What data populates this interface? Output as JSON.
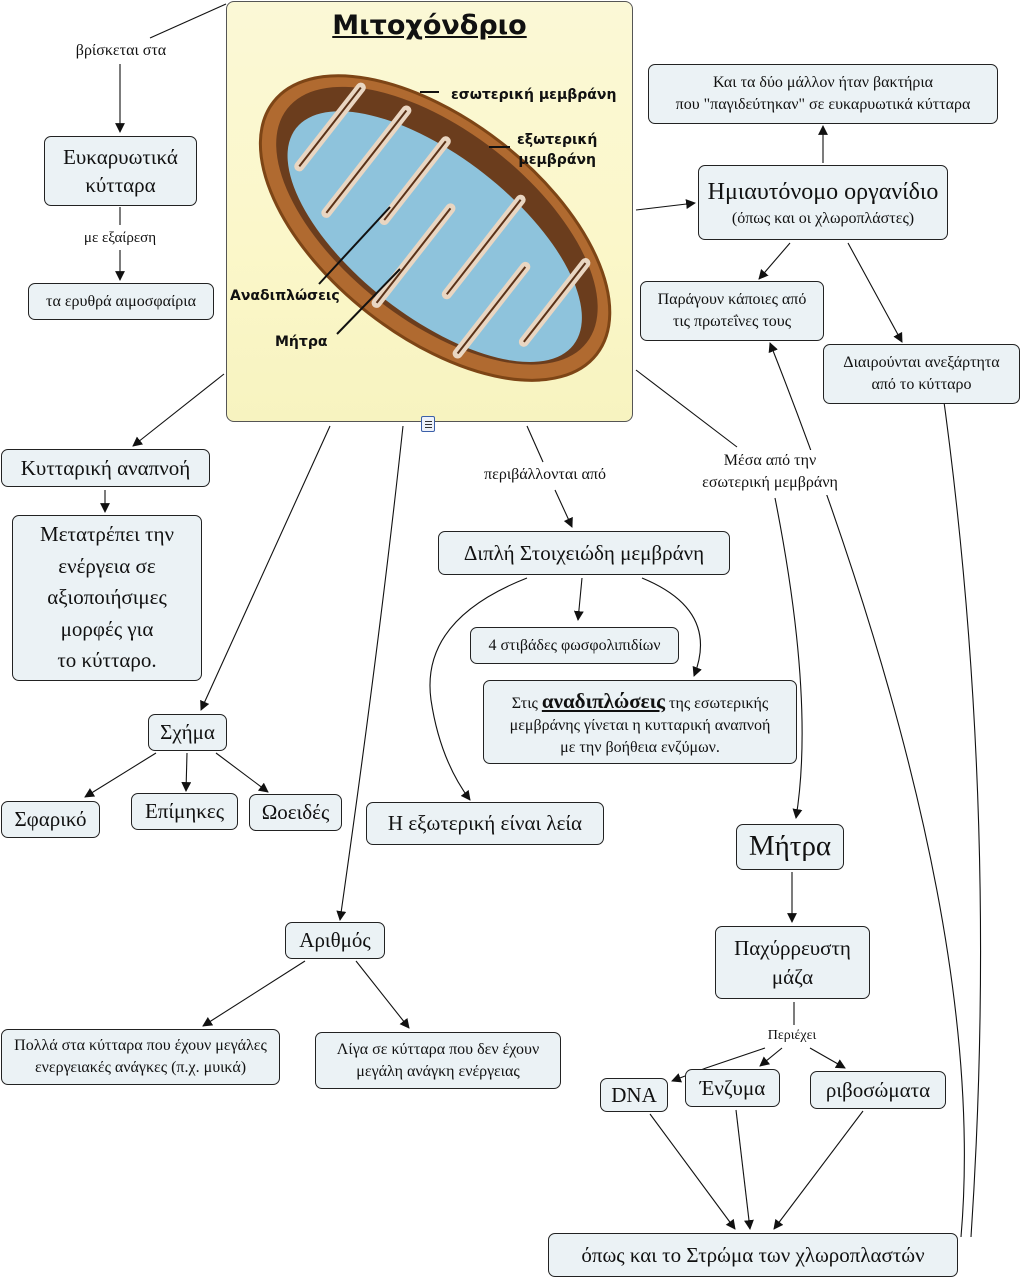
{
  "picture": {
    "title": "Μιτοχόνδριο",
    "labels": {
      "inner_membrane": "εσωτερική μεμβράνη",
      "outer_membrane": "εξωτερική\nμεμβράνη",
      "cristae": "Αναδιπλώσεις",
      "matrix": "Μήτρα"
    },
    "colors": {
      "outer_shell": "#b06a30",
      "matrix": "#8ec3dc",
      "inner_fold": "#d8b8a0",
      "background": "#fbf8d6"
    },
    "attachment_icon": "document-attachment-icon"
  },
  "nodes": {
    "eukaryotic": "Ευκαρυωτικά\nκύτταρα",
    "red_blood_cells": "τα ερυθρά αιμοσφαίρια",
    "bacteria": "Και τα δύο μάλλον ήταν βακτήρια\nπου \"παγιδεύτηκαν\" σε ευκαρυωτικά κύτταρα",
    "semi_autonomous_title": "Ημιαυτόνομο οργανίδιο",
    "semi_autonomous_sub": "(όπως και οι χλωροπλάστες)",
    "proteins": "Παράγουν κάποιες από\nτις πρωτεΐνες τους",
    "divide": "Διαιρούνται ανεξάρτητα\nαπό το κύτταρο",
    "respiration": "Κυτταρική αναπνοή",
    "energy": "Μετατρέπει την\nενέργεια σε\nαξιοποιήσιμες\nμορφές για\nτο κύτταρο.",
    "double_membrane": "Διπλή Στοιχειώδη μεμβράνη",
    "phospholipids": "4 στιβάδες φωσφολιπιδίων",
    "cristae_prefix": "Στις ",
    "cristae_bold": "αναδιπλώσεις",
    "cristae_suffix": " της εσωτερικής\nμεμβράνης γίνεται η κυτταρική αναπνοή\nμε την βοήθεια ενζύμων.",
    "shape": "Σχήμα",
    "spherical": "Σφαρικό",
    "elongated": "Επίμηκες",
    "oval": "Ωοειδές",
    "outer_smooth": "Η εξωτερική είναι λεία",
    "matrix": "Μήτρα",
    "viscous": "Παχύρρευστη\nμάζα",
    "dna": "DNA",
    "enzymes": "Ένζυμα",
    "ribosomes": "ριβοσώματα",
    "stroma": "όπως και το Στρώμα των χλωροπλαστών",
    "number": "Αριθμός",
    "many": "Πολλά στα κύτταρα που έχουν μεγάλες\nενεργειακές ανάγκες (π.χ. μυικά)",
    "few": "Λίγα σε κύτταρα που δεν έχουν\nμεγάλη ανάγκη ενέργειας"
  },
  "link_labels": {
    "found_in": "βρίσκεται στα",
    "except": "με εξαίρεση",
    "surrounded_by": "περιβάλλονται από",
    "through_inner": "Μέσα από την\nεσωτερική μεμβράνη",
    "contains": "Περιέχει"
  }
}
